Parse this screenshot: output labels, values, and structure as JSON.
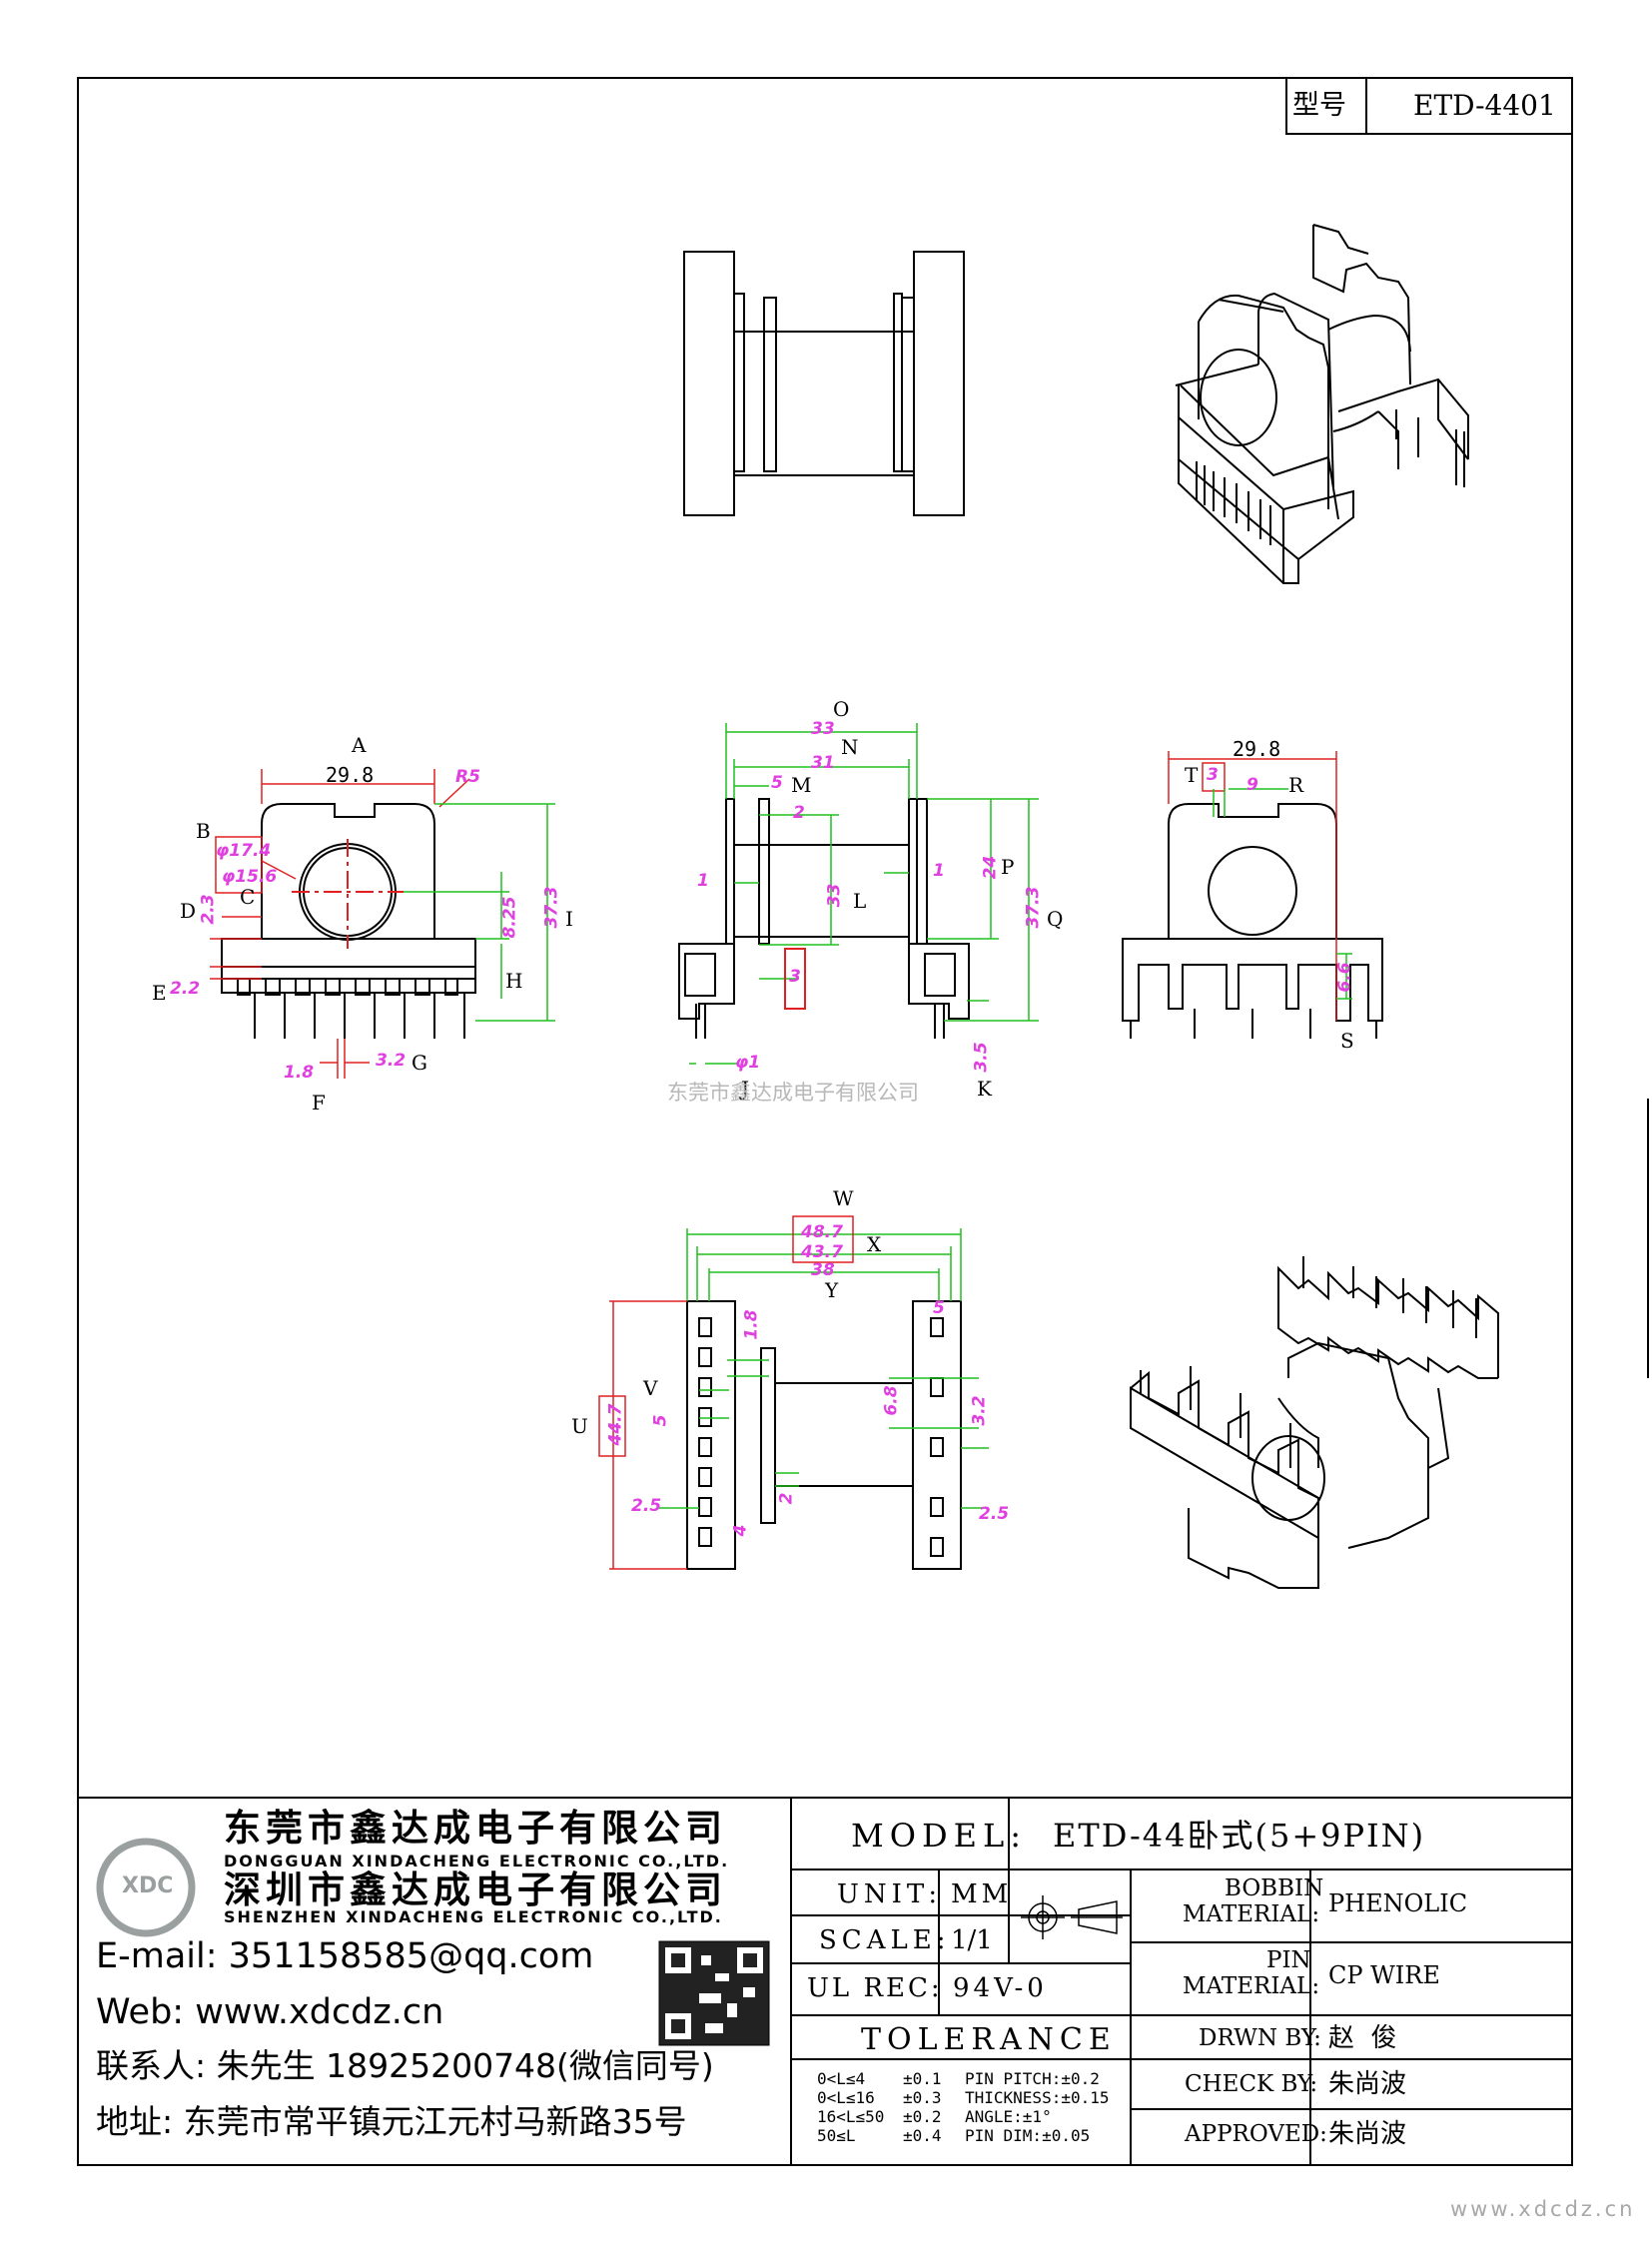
{
  "model_box": {
    "label": "型号",
    "value": "ETD-4401"
  },
  "watermark_center": "东莞市鑫达成电子有限公司",
  "watermark_corner": "www.xdcdz.cn",
  "dims_left": {
    "A": "A",
    "a_val": "29.8",
    "B": "B",
    "C": "C",
    "D": "D",
    "E": "E",
    "F": "F",
    "G": "G",
    "H": "H",
    "I": "I",
    "r5": "R5",
    "phi17": "φ17.4",
    "phi15": "φ15.6",
    "d2_3": "2.3",
    "e2_2": "2.2",
    "h8_25": "8.25",
    "i37_3": "37.3",
    "f1_8": "1.8",
    "g3_2": "3.2"
  },
  "dims_mid": {
    "O": "O",
    "N": "N",
    "M": "M",
    "L": "L",
    "P": "P",
    "Q": "Q",
    "J": "J",
    "K": "K",
    "o33": "33",
    "n31": "31",
    "m5": "5",
    "v2": "2",
    "v1a": "1",
    "v1b": "1",
    "l33": "33",
    "p24": "24",
    "q37_3": "37.3",
    "v3": "3",
    "j1": "φ1",
    "k3_5": "3.5"
  },
  "dims_right": {
    "a_val": "29.8",
    "T": "T",
    "R": "R",
    "S": "S",
    "t3": "3",
    "r9": "9",
    "s6_6": "6.6"
  },
  "dims_bottom": {
    "W": "W",
    "X": "X",
    "Y": "Y",
    "U": "U",
    "V": "V",
    "w48_7": "48.7",
    "x43_7": "43.7",
    "y38": "38",
    "u44_7": "44.7",
    "v5": "5",
    "z1_8": "1.8",
    "z6_8": "6.8",
    "z3_2": "3.2",
    "z2_5a": "2.5",
    "z2_5b": "2.5",
    "z4": "4",
    "z2": "2",
    "z5": "5"
  },
  "company": {
    "name_dg": "东莞市鑫达成电子有限公司",
    "name_dg_en": "DONGGUAN XINDACHENG ELECTRONIC CO.,LTD.",
    "name_sz": "深圳市鑫达成电子有限公司",
    "name_sz_en": "SHENZHEN XINDACHENG ELECTRONIC CO.,LTD.",
    "logo_text": "XDC",
    "email": "E-mail: 351158585@qq.com",
    "web": "Web: www.xdcdz.cn",
    "contact": "联系人: 朱先生 18925200748(微信同号)",
    "address": "地址: 东莞市常平镇元江元村马新路35号"
  },
  "title_block": {
    "model_label": "MODEL:",
    "model_value": "ETD-44卧式(5+9PIN)",
    "unit_label": "UNIT:",
    "unit_value": "MM",
    "scale_label": "SCALE:",
    "scale_value": "1/1",
    "ul_label": "UL REC:",
    "ul_value": "94V-0",
    "tolerance_label": "TOLERANCE",
    "tol_rows": [
      {
        "range": "0<L≤4",
        "tol": "±0.1",
        "item": "PIN PITCH:±0.2"
      },
      {
        "range": "0<L≤16",
        "tol": "±0.3",
        "item": "THICKNESS:±0.15"
      },
      {
        "range": "16<L≤50",
        "tol": "±0.2",
        "item": "ANGLE:±1°"
      },
      {
        "range": "50≤L",
        "tol": "±0.4",
        "item": "PIN DIM:±0.05"
      }
    ],
    "bobbin_label_1": "BOBBIN",
    "bobbin_label_2": "MATERIAL:",
    "bobbin_value": "PHENOLIC",
    "pin_label_1": "PIN",
    "pin_label_2": "MATERIAL:",
    "pin_value": "CP WIRE",
    "drawn_label": "DRWN BY:",
    "drawn_value": "赵  俊",
    "check_label": "CHECK BY:",
    "check_value": "朱尚波",
    "approved_label": "APPROVED:",
    "approved_value": "朱尚波"
  }
}
